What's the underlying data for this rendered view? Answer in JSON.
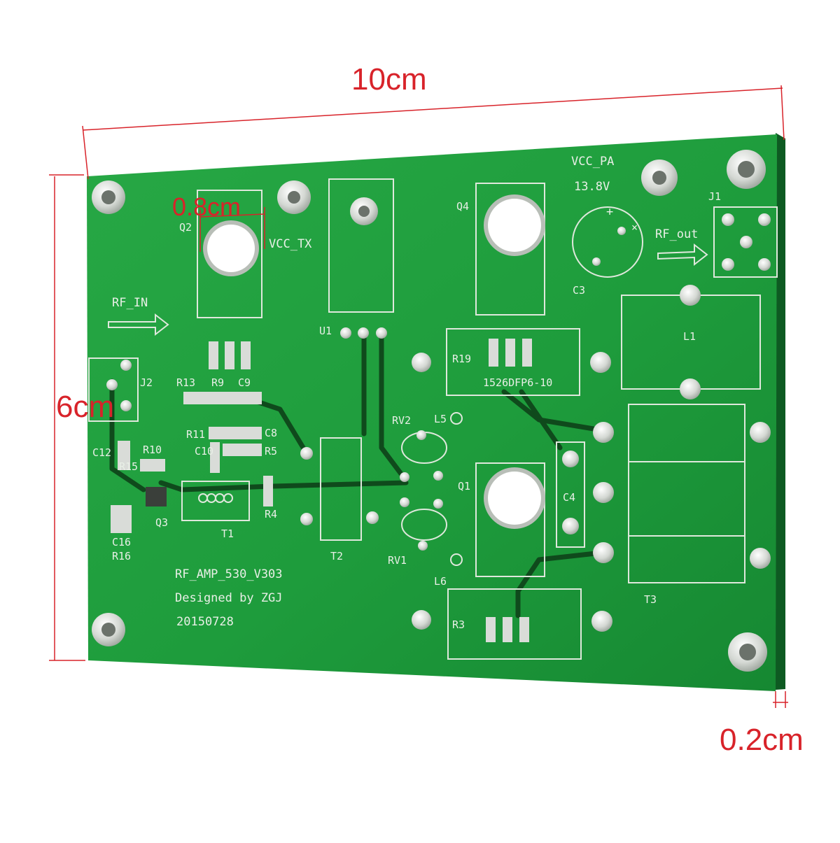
{
  "dimensions": {
    "length": "10cm",
    "width": "6cm",
    "thickness": "0.2cm",
    "hole_diameter": "0.8cm"
  },
  "board_labels": {
    "vcc_pa": "VCC_PA",
    "voltage": "13.8V",
    "vcc_tx": "VCC_TX",
    "rf_in": "RF_IN",
    "rf_out": "RF_out",
    "plus": "+",
    "cross": "×",
    "q1": "Q1",
    "q2": "Q2",
    "q3": "Q3",
    "q4": "Q4",
    "u1": "U1",
    "j1": "J1",
    "j2": "J2",
    "c3": "C3",
    "c4": "C4",
    "c8": "C8",
    "c9": "C9",
    "c10": "C10",
    "c12": "C12",
    "c16": "C16",
    "l1": "L1",
    "l5": "L5",
    "l6": "L6",
    "r3": "R3",
    "r4": "R4",
    "r5": "R5",
    "r9": "R9",
    "r10": "R10",
    "r11": "R11",
    "r13": "R13",
    "r15": "R15",
    "r16": "R16",
    "r19": "R19",
    "rv1": "RV1",
    "rv2": "RV2",
    "t1": "T1",
    "t2": "T2",
    "t3": "T3",
    "part_code": "1526DFP6-10",
    "model": "RF_AMP_530_V303",
    "designer": "Designed by ZGJ",
    "date": "20150728"
  },
  "colors": {
    "pcb_green": "#1d9a3a",
    "silkscreen": "#e8efe6",
    "pad_silver": "#d9dcd8",
    "dimension_red": "#d8232a"
  }
}
